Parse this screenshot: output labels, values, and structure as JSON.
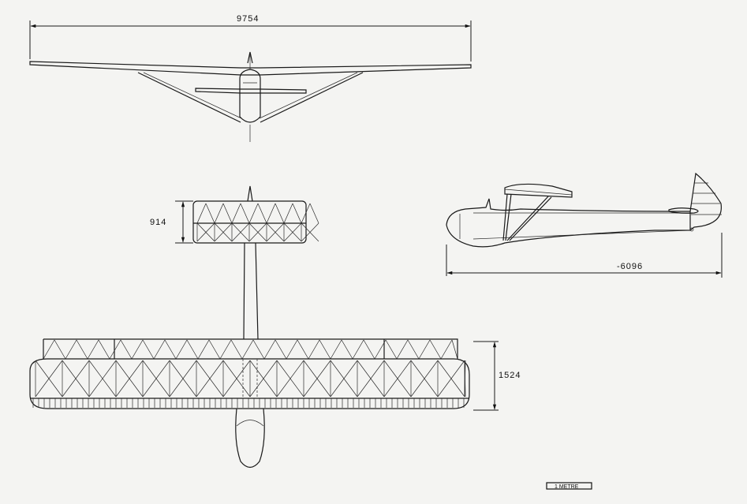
{
  "drawing": {
    "title": "Glider three-view drawing",
    "dimensions": {
      "span": "9754",
      "tailplane_chord": "914",
      "wing_chord": "1524",
      "length": "-6096"
    },
    "scale_bar": "1 METRE"
  }
}
